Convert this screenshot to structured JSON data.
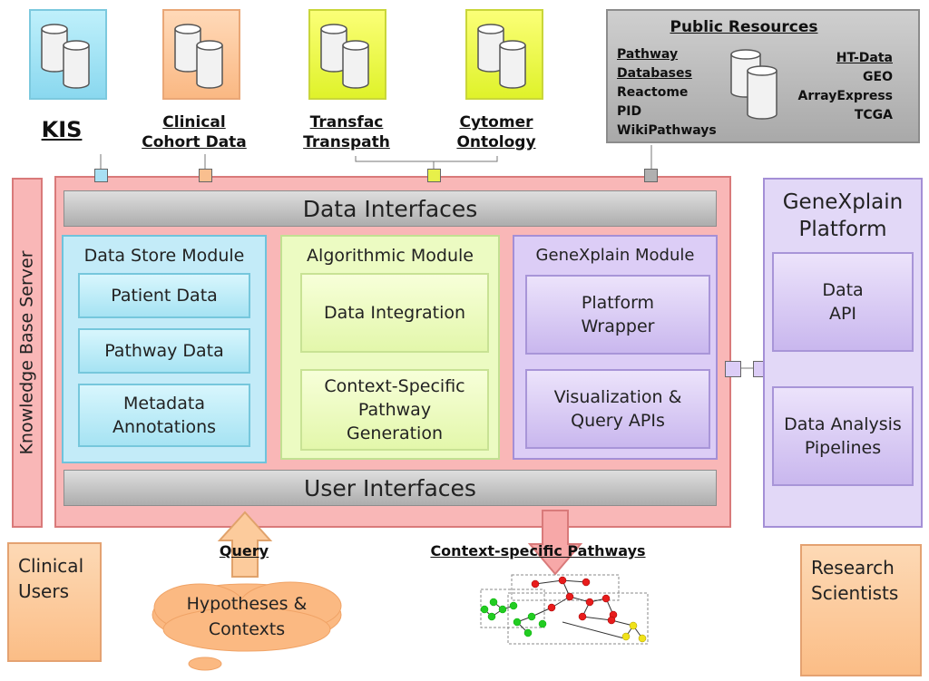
{
  "sources": {
    "kis": "KIS",
    "clinical_line1": "Clinical",
    "clinical_line2": "Cohort Data",
    "transfac_line1": "Transfac",
    "transfac_line2": "Transpath",
    "cytomer_line1": "Cytomer",
    "cytomer_line2": "Ontology"
  },
  "public_resources": {
    "title": "Public Resources",
    "left": [
      "Pathway",
      "Databases",
      "Reactome",
      "PID",
      "WikiPathways"
    ],
    "right": [
      "HT-Data",
      "GEO",
      "ArrayExpress",
      "TCGA"
    ]
  },
  "server": {
    "side_label": "Knowledge Base Server",
    "data_interfaces": "Data Interfaces",
    "user_interfaces": "User Interfaces"
  },
  "modules": {
    "data_store": {
      "title": "Data Store Module",
      "items": [
        "Patient Data",
        "Pathway Data",
        "Metadata\nAnnotations"
      ]
    },
    "algorithmic": {
      "title": "Algorithmic Module",
      "items": [
        "Data Integration",
        "Context-Specific\nPathway\nGeneration"
      ]
    },
    "genexplain": {
      "title": "GeneXplain Module",
      "items": [
        "Platform\nWrapper",
        "Visualization &\nQuery APIs"
      ]
    }
  },
  "platform": {
    "title_line1": "GeneXplain",
    "title_line2": "Platform",
    "item1": "Data\nAPI",
    "item2": "Data Analysis\nPipelines"
  },
  "bottom": {
    "clinical_users": "Clinical\nUsers",
    "query": "Query",
    "hypotheses": "Hypotheses  &\nContexts",
    "pathways": "Context-specific Pathways",
    "research_scientists": "Research\nScientists"
  },
  "colors": {
    "server_fill": "#f9b7b7",
    "server_border": "#d97a7a",
    "platform_fill": "#e2d8f7",
    "platform_border": "#a48fd6",
    "orange_box": "#fcc79a",
    "node_red": "#e81c1c",
    "node_green": "#22cc22",
    "node_yellow": "#f0e21a"
  }
}
